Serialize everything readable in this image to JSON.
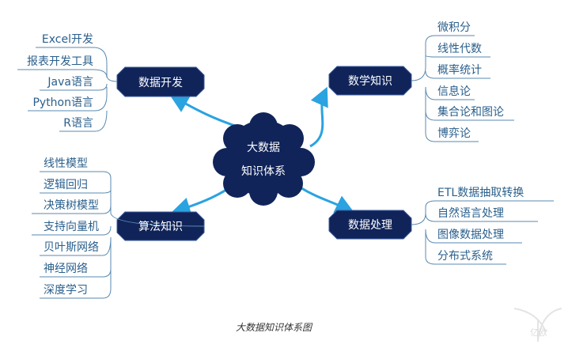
{
  "center": {
    "line1": "大数据",
    "line2": "知识体系"
  },
  "branches": {
    "dev": {
      "label": "数据开发",
      "items": [
        "Excel开发",
        "报表开发工具",
        "Java语言",
        "Python语言",
        "R语言"
      ]
    },
    "math": {
      "label": "数学知识",
      "items": [
        "微积分",
        "线性代数",
        "概率统计",
        "信息论",
        "集合论和图论",
        "博弈论"
      ]
    },
    "algo": {
      "label": "算法知识",
      "items": [
        "线性模型",
        "逻辑回归",
        "决策树模型",
        "支持向量机",
        "贝叶斯网络",
        "神经网络",
        "深度学习"
      ]
    },
    "proc": {
      "label": "数据处理",
      "items": [
        "ETL数据抽取转换",
        "自然语言处理",
        "图像数据处理",
        "分布式系统"
      ]
    }
  },
  "caption": "大数据知识体系图",
  "watermark": "亿欧",
  "colors": {
    "node": "#10245a",
    "arrow": "#2aa3e0",
    "leaf_text": "#2a5f8c",
    "line": "#5a8ab0"
  }
}
